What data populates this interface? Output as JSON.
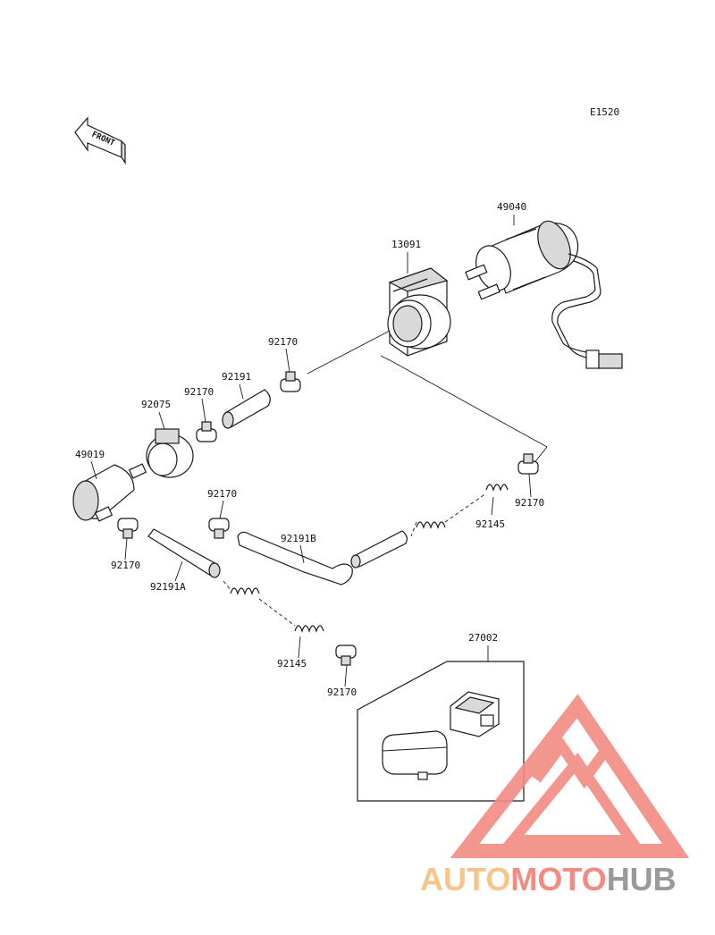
{
  "diagram_code": "E1520",
  "front_marker": "FRONT",
  "labels": {
    "p49040": "49040",
    "p13091": "13091",
    "p92170_a": "92170",
    "p92191": "92191",
    "p92170_b": "92170",
    "p92075": "92075",
    "p49019": "49019",
    "p92170_c": "92170",
    "p92170_d": "92170",
    "p92170_e": "92170",
    "p92191B": "92191B",
    "p92145_a": "92145",
    "p92191A": "92191A",
    "p92145_b": "92145",
    "p92170_f": "92170",
    "p27002": "27002"
  },
  "watermark": {
    "part1": "AUTO",
    "part2": "MOTO",
    "part3": "HUB",
    "color_auto": "#f7c48a",
    "color_moto": "#f28b82",
    "color_hub": "#9a9a9a"
  }
}
